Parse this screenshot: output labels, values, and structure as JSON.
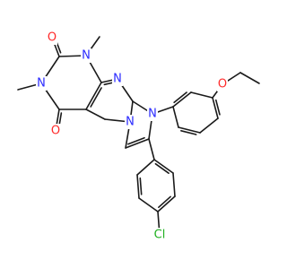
{
  "molecule": {
    "atoms": [
      {
        "id": "O1",
        "label": "O",
        "color": "#ff2a2a"
      },
      {
        "id": "O2",
        "label": "O",
        "color": "#ff2a2a"
      },
      {
        "id": "N1",
        "label": "N",
        "color": "#2a2aff"
      },
      {
        "id": "N3",
        "label": "N",
        "color": "#2a2aff"
      },
      {
        "id": "N7",
        "label": "N",
        "color": "#2a2aff"
      },
      {
        "id": "N9",
        "label": "N",
        "color": "#2a2aff"
      },
      {
        "id": "N8",
        "label": "N",
        "color": "#2a2aff"
      },
      {
        "id": "O3",
        "label": "O",
        "color": "#ff2a2a"
      },
      {
        "id": "Cl",
        "label": "Cl",
        "color": "#1fb01f"
      }
    ]
  }
}
